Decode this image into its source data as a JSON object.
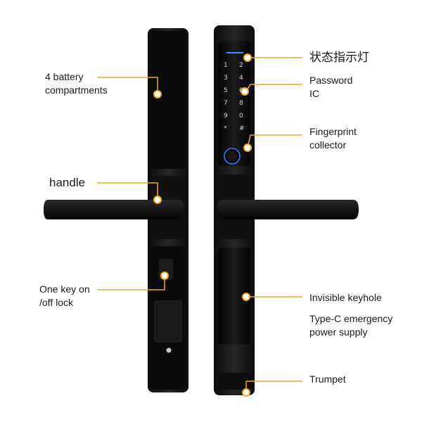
{
  "labels": {
    "battery_line1": "4 battery",
    "battery_line2": "compartments",
    "handle": "handle",
    "onekey_line1": "One key on",
    "onekey_line2": "/off lock",
    "status_light": "状态指示灯",
    "password_line1": "Password",
    "password_line2": "IC",
    "fingerprint_line1": "Fingerprint",
    "fingerprint_line2": "collector",
    "keyhole": "Invisible keyhole",
    "typec_line1": "Type-C emergency",
    "typec_line2": "power supply",
    "trumpet": "Trumpet"
  },
  "keypad": {
    "rows": [
      [
        "1",
        "2"
      ],
      [
        "3",
        "4"
      ],
      [
        "5",
        "6"
      ],
      [
        "7",
        "8"
      ],
      [
        "9",
        "0"
      ],
      [
        "*",
        "#"
      ]
    ]
  },
  "colors": {
    "accent": "#f5a623",
    "body": "#141414",
    "keypad_glyph": "#cfd6de",
    "fingerprint_ring": "#2f7bff"
  }
}
